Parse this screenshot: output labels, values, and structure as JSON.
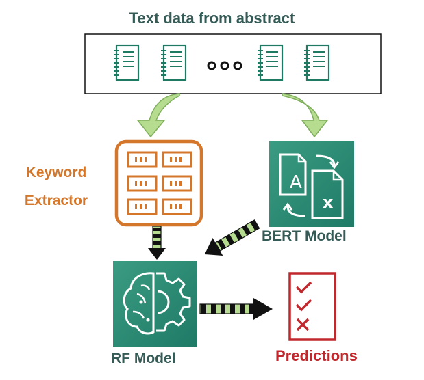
{
  "title": "Text data from abstract",
  "keyword_extractor": {
    "label_line1": "Keyword",
    "label_line2": "Extractor"
  },
  "bert": {
    "label": "BERT Model",
    "glyph_a": "A",
    "glyph_x": "x"
  },
  "rf": {
    "label": "RF Model"
  },
  "predictions": {
    "label": "Predictions"
  },
  "icons": {
    "document": "document-icon",
    "ellipsis": "ellipsis-icon",
    "grid": "grid-icon",
    "translate": "translate-icon",
    "brain_gear": "brain-gear-icon",
    "checklist": "checklist-icon"
  },
  "colors": {
    "teal_dark": "#355b57",
    "teal_fill": "#2b8f78",
    "orange": "#d4772a",
    "green_arrow": "#b6dc8f",
    "red": "#c0282d"
  }
}
